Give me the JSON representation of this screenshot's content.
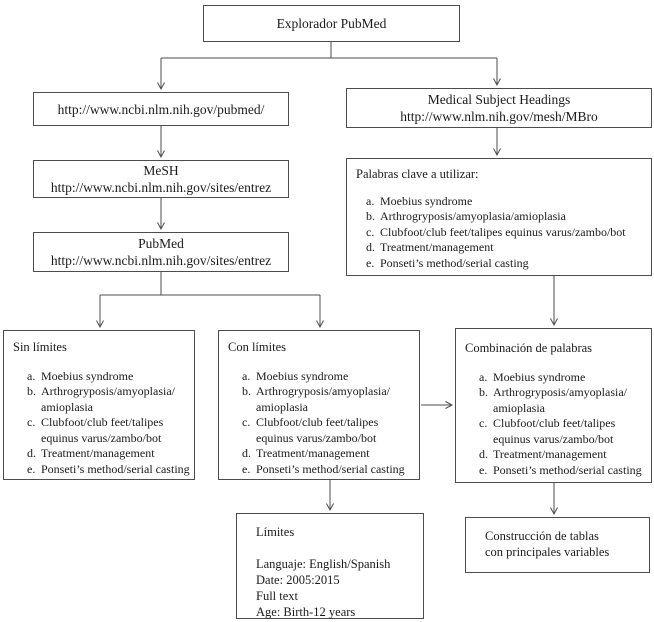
{
  "page": {
    "background": "#ffffff",
    "border_color": "#4d4d4d",
    "text_color": "#1a1a1a"
  },
  "boxes": {
    "explorador": {
      "label": "Explorador PubMed"
    },
    "pubmed_url": {
      "label": "http://www.ncbi.nlm.nih.gov/pubmed/"
    },
    "mesh_headings": {
      "line1": "Medical Subject Headings",
      "line2": "http://www.nlm.nih.gov/mesh/MBro"
    },
    "mesh": {
      "line1": "MeSH",
      "line2": "http://www.ncbi.nlm.nih.gov/sites/entrez"
    },
    "pubmed": {
      "line1": "PubMed",
      "line2": "http://www.ncbi.nlm.nih.gov/sites/entrez"
    },
    "palabras_clave": {
      "title": "Palabras clave a utilizar:",
      "items": [
        {
          "m": "a.",
          "t": "Moebius syndrome"
        },
        {
          "m": "b.",
          "t": "Arthrogryposis/amyoplasia/​amioplasia"
        },
        {
          "m": "c.",
          "t": "Clubfoot/club feet/talipes equinus varus/zambo/bot"
        },
        {
          "m": "d.",
          "t": "Treatment/management"
        },
        {
          "m": "e.",
          "t": "Ponseti’s method/serial casting"
        }
      ]
    },
    "sin_limites": {
      "title": "Sin límites",
      "items": [
        {
          "m": "a.",
          "t": "Moebius syndrome"
        },
        {
          "m": "b.",
          "t": "Arthrogryposis/amyoplasia/​amioplasia"
        },
        {
          "m": "c.",
          "t": "Clubfoot/club feet/talipes equinus varus/zambo/bot"
        },
        {
          "m": "d.",
          "t": "Treatment/management"
        },
        {
          "m": "e.",
          "t": "Ponseti’s method/serial casting"
        }
      ]
    },
    "con_limites": {
      "title": "Con límites",
      "items": [
        {
          "m": "a.",
          "t": "Moebius syndrome"
        },
        {
          "m": "b.",
          "t": "Arthrogryposis/amyoplasia/​amioplasia"
        },
        {
          "m": "c.",
          "t": "Clubfoot/club feet/talipes equinus varus/zambo/bot"
        },
        {
          "m": "d.",
          "t": "Treatment/management"
        },
        {
          "m": "e.",
          "t": "Ponseti’s method/serial casting"
        }
      ]
    },
    "combinacion": {
      "title": "Combinación de palabras",
      "items": [
        {
          "m": "a.",
          "t": "Moebius syndrome"
        },
        {
          "m": "b.",
          "t": "Arthrogryposis/amyoplasia/​amioplasia"
        },
        {
          "m": "c.",
          "t": "Clubfoot/club feet/talipes equinus varus/zambo/bot"
        },
        {
          "m": "d.",
          "t": "Treatment/management"
        },
        {
          "m": "e.",
          "t": "Ponseti’s method/serial casting"
        }
      ]
    },
    "limites": {
      "title": "Límites",
      "lines": [
        "Languaje: English/Spanish",
        "Date: 2005:2015",
        "Full text",
        "Age: Birth-12 years"
      ]
    },
    "construccion": {
      "line1": "Construcción de tablas",
      "line2": "con principales variables"
    }
  }
}
